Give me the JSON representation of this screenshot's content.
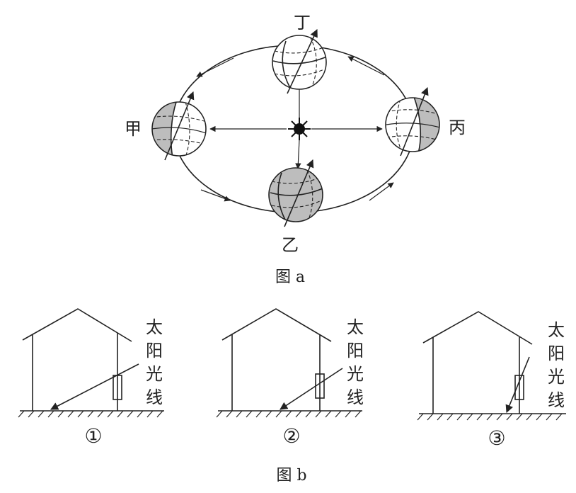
{
  "figure_a": {
    "caption": "图 a",
    "positions": {
      "jia": "甲",
      "yi": "乙",
      "bing": "丙",
      "ding": "丁"
    }
  },
  "figure_b": {
    "caption": "图 b",
    "panels": [
      {
        "number": "①",
        "sunlight_label": [
          "太",
          "阳",
          "光",
          "线"
        ]
      },
      {
        "number": "②",
        "sunlight_label": [
          "太",
          "阳",
          "光",
          "线"
        ]
      },
      {
        "number": "③",
        "sunlight_label": [
          "太",
          "阳",
          "光",
          "线"
        ]
      }
    ]
  },
  "colors": {
    "line": "#222222",
    "night_shade": "#bdbdbd",
    "background": "#ffffff"
  }
}
